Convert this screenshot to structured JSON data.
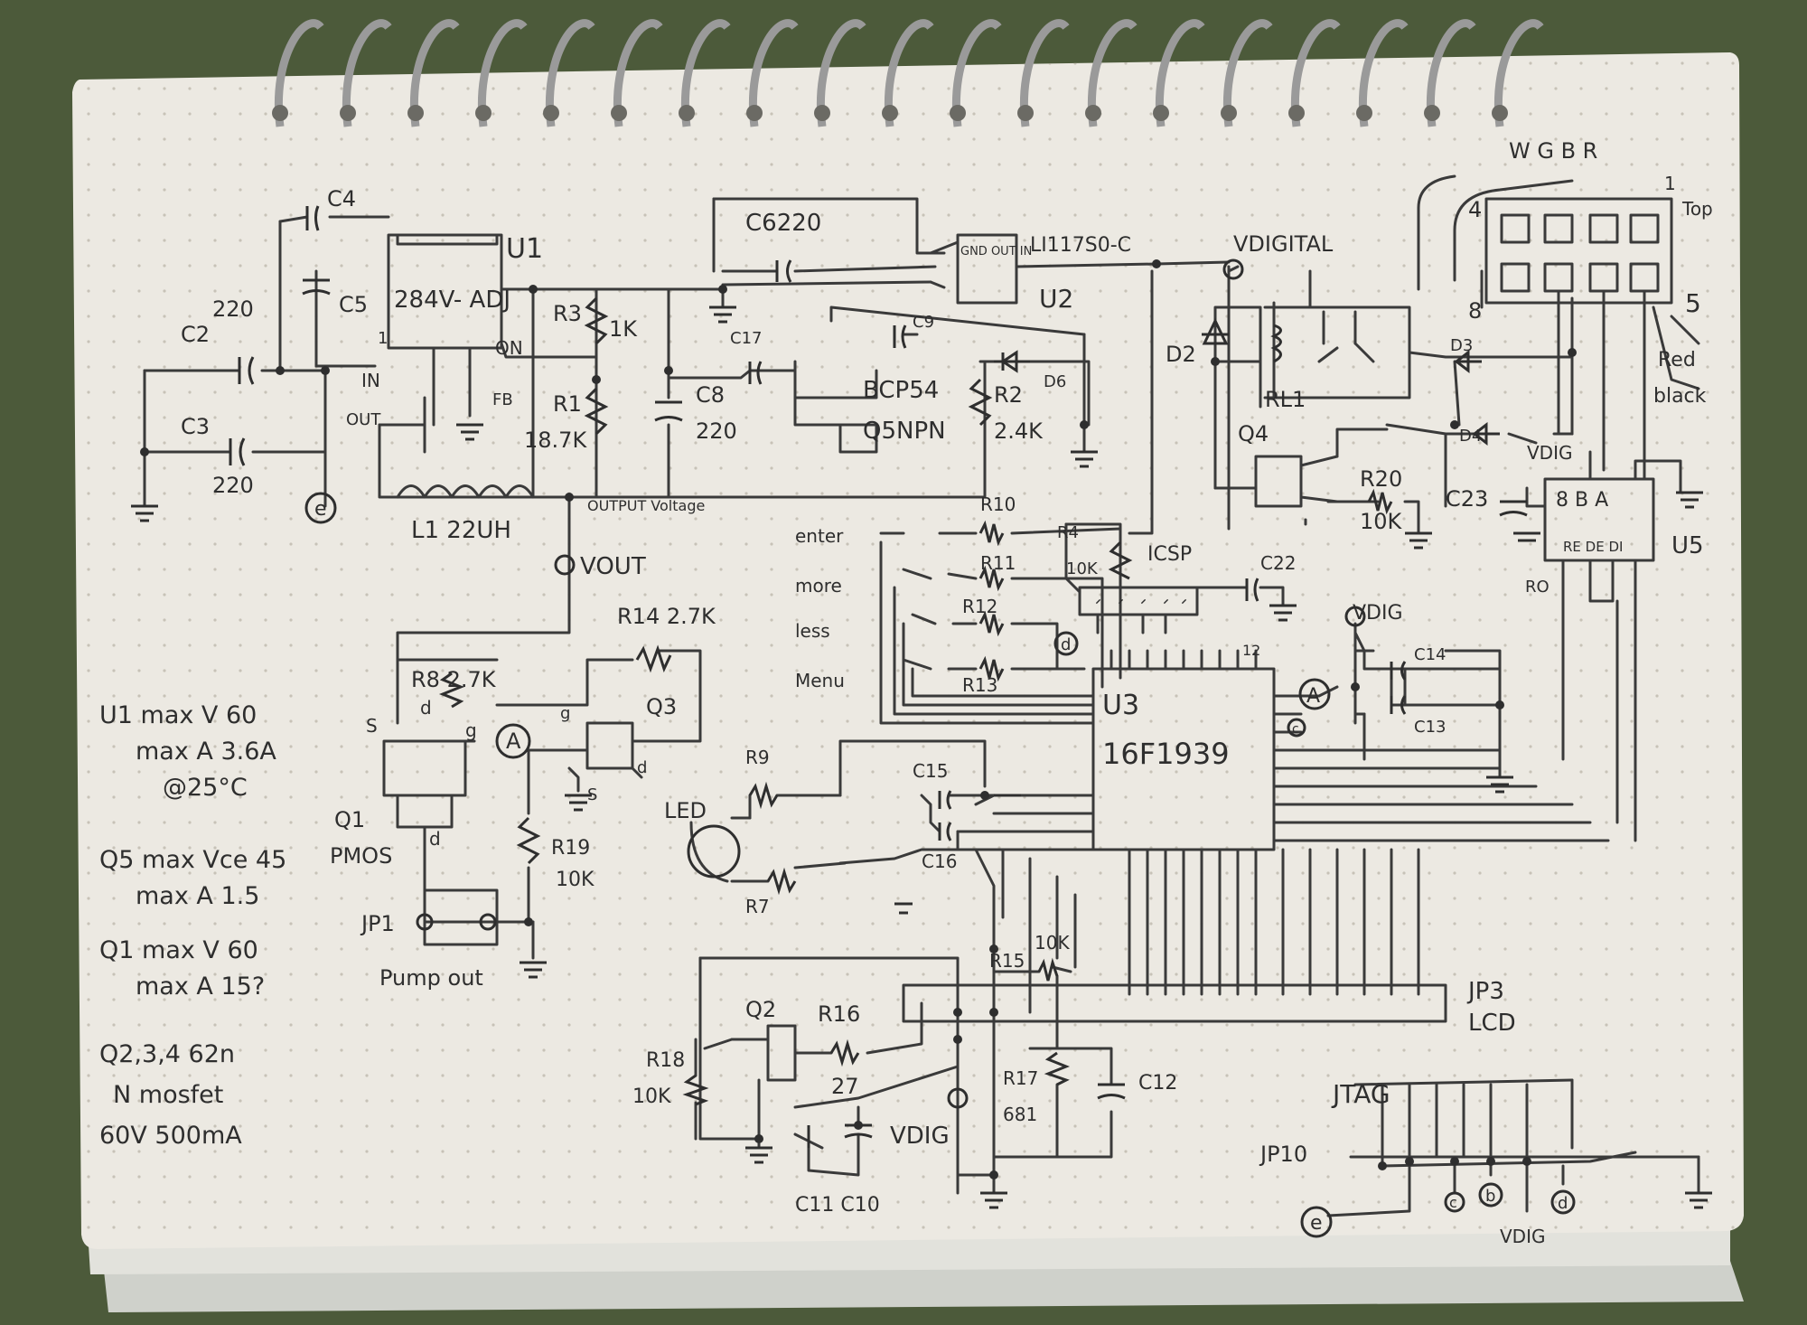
{
  "labels": {
    "c4": "C4",
    "u1_chip": "284V- ADJ",
    "u1": "U1",
    "c2_val": "220",
    "c2": "C2",
    "c5": "C5",
    "c3": "C3",
    "c3_val": "220",
    "pin_in": "IN",
    "pin_on": "ON",
    "pin_out": "OUT",
    "pin_fb": "FB",
    "pin1": "1",
    "r3": "R3",
    "r3_val": "1K",
    "r1": "R1",
    "r1_val": "18.7K",
    "c6": "C6220",
    "c8": "C8",
    "c8_val": "220",
    "c17": "C17",
    "c9": "C9",
    "q5_part": "BCP54",
    "q5": "Q5NPN",
    "r2": "R2",
    "r2_val": "2.4K",
    "d6": "D6",
    "u2_pins": "GND OUT IN",
    "u2_part": "LI117S0-C",
    "u2": "U2",
    "vdigital": "VDIGITAL",
    "l1": "L1 22UH",
    "output_voltage": "OUTPUT Voltage",
    "e_marker": "e",
    "vout": "VOUT",
    "d2": "D2",
    "rl1": "RL1",
    "q4": "Q4",
    "r20": "R20",
    "r20_val": "10K",
    "d3": "D3",
    "d4": "D4",
    "c23": "C23",
    "vdig": "VDIG",
    "u5": "U5",
    "u5_pins_top": "8 B A",
    "u5_pins_bottom": "RE DE DI",
    "ro": "RO",
    "conn_colors": "W G B R",
    "conn_top": "Top",
    "conn_4": "4",
    "conn_8": "8",
    "conn_5": "5",
    "conn_1": "1",
    "red": "Red",
    "black": "black",
    "btn_enter": "enter",
    "btn_more": "more",
    "btn_less": "less",
    "btn_menu": "Menu",
    "r10": "R10",
    "r11": "R11",
    "r12": "R12",
    "r13": "R13",
    "r4": "R4",
    "r4_val": "10K",
    "icsp": "ICSP",
    "c22": "C22",
    "d_marker": "d",
    "u3": "U3",
    "u3_part": "16F1939",
    "pin12": "12",
    "a_marker": "A",
    "c_marker": "c",
    "c14": "C14",
    "c13": "C13",
    "r14": "R14 2.7K",
    "r8": "R8 2.7K",
    "q1": "Q1",
    "q1_type": "PMOS",
    "q3": "Q3",
    "pin_s": "S",
    "pin_d": "d",
    "pin_g": "g",
    "r19": "R19",
    "r19_val": "10K",
    "jp1": "JP1",
    "pump_out": "Pump out",
    "led": "LED",
    "r9": "R9",
    "r7": "R7",
    "c15": "C15",
    "c16": "C16",
    "jp3": "JP3",
    "lcd": "LCD",
    "r15": "R15",
    "r15_val": "10K",
    "q2": "Q2",
    "r16": "R16",
    "r16_val": "27",
    "r18": "R18",
    "r18_val": "10K",
    "r17": "R17",
    "r17_val": "681",
    "c12": "C12",
    "c11_c10": "C11 C10",
    "jtag": "JTAG",
    "jp10": "JP10",
    "b_marker": "b"
  },
  "notes": [
    "U1 max V 60",
    "max A 3.6A",
    "@25°C",
    "Q5 max Vce 45",
    "max A 1.5",
    "Q1 max V 60",
    "max A 15?",
    "Q2,3,4 62n",
    "N mosfet",
    "60V 500mA"
  ]
}
